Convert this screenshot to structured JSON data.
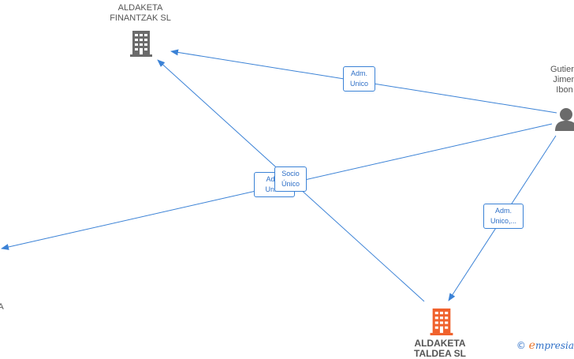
{
  "nodes": {
    "finantzak": {
      "label_line1": "ALDAKETA",
      "label_line2": "FINANTZAK  SL",
      "color": "#6b6b6b"
    },
    "taldea": {
      "label_line1": "ALDAKETA",
      "label_line2": "TALDEA  SL",
      "color": "#f0622d"
    },
    "person": {
      "label_line1": "Gutiern",
      "label_line2": "Jimen",
      "label_line3": "Ibon",
      "color": "#6b6b6b"
    },
    "left": {
      "label_line1": "A"
    }
  },
  "edges": {
    "adm_unico_top": {
      "line1": "Adm.",
      "line2": "Unico"
    },
    "adm_unico_mid": {
      "line1": "Adm.",
      "line2": "Unico"
    },
    "socio_unico": {
      "line1": "Socio",
      "line2": "Único"
    },
    "adm_unico_right": {
      "line1": "Adm.",
      "line2": "Unico,..."
    }
  },
  "colors": {
    "edge": "#3b82d6",
    "building_gray": "#6b6b6b",
    "building_orange": "#f0622d"
  },
  "watermark": {
    "copyright": "©",
    "brand_initial": "e",
    "brand_rest": "mpresia"
  }
}
